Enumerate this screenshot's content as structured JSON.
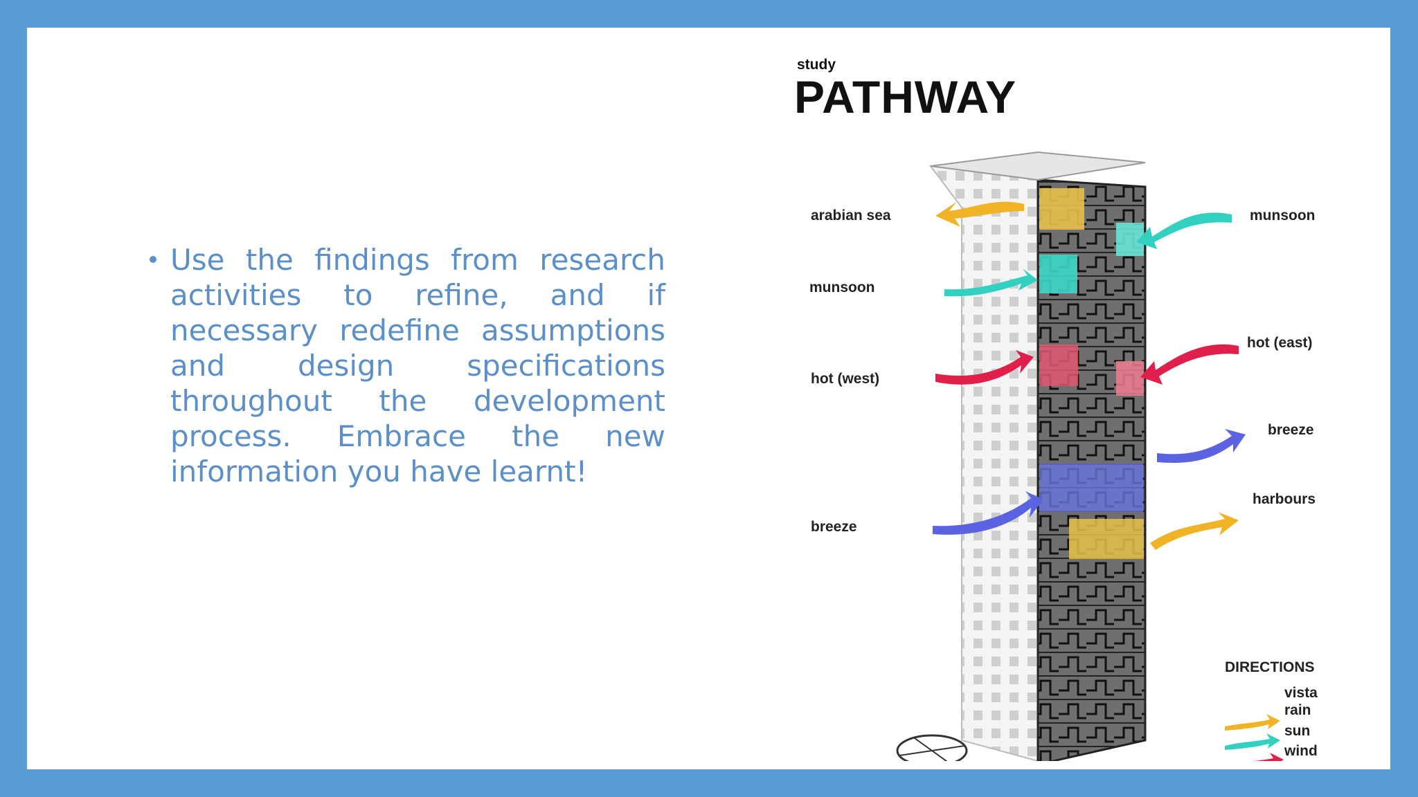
{
  "slide": {
    "bullets": [
      "Use the findings from research activities to refine, and if necessary redefine assumptions and design specifications throughout the development process. Embrace the new information you have learnt!"
    ]
  },
  "figure": {
    "study_word": "study",
    "title": "PATHWAY",
    "labels": {
      "arabian_sea": "arabian sea",
      "munsoon_left": "munsoon",
      "hot_west": "hot (west)",
      "breeze_left": "breeze",
      "munsoon_right": "munsoon",
      "hot_east": "hot (east)",
      "breeze_right": "breeze",
      "harbours": "harbours"
    },
    "legend": {
      "title": "DIRECTIONS",
      "items": [
        {
          "label": "vista",
          "color": "#f0b530"
        },
        {
          "label": "rain",
          "color": "#3cd3c4"
        },
        {
          "label": "sun",
          "color": "#e0204a"
        },
        {
          "label": "wind",
          "color": "#5a63e0"
        }
      ]
    }
  }
}
